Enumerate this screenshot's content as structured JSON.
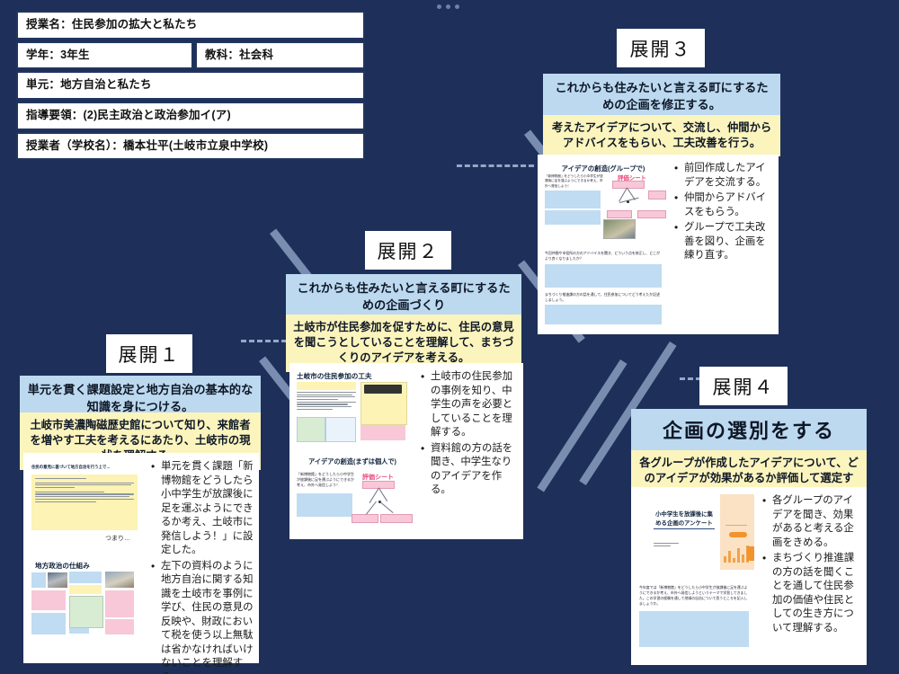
{
  "background_color": "#1e3059",
  "accent_blue": "#bcd9f0",
  "accent_yellow": "#fbf4bd",
  "header": {
    "rows": [
      {
        "cells": [
          {
            "label": "授業名：住民参加の拡大と私たち",
            "width": "full"
          }
        ]
      },
      {
        "cells": [
          {
            "label": "学年：3年生",
            "width": "half"
          },
          {
            "label": "教科：社会科",
            "width": "half"
          }
        ]
      },
      {
        "cells": [
          {
            "label": "単元：地方自治と私たち",
            "width": "full"
          }
        ]
      },
      {
        "cells": [
          {
            "label": "指導要領：(2)民主政治と政治参加イ(ア)",
            "width": "full"
          }
        ]
      },
      {
        "cells": [
          {
            "label": "授業者（学校名）：橋本壮平(土岐市立泉中学校)",
            "width": "full"
          }
        ]
      }
    ]
  },
  "sections": [
    {
      "id": "tenkai-1",
      "tab": "展開１",
      "blue": "単元を貫く課題設定と地方自治の基本的な知識を身につける。",
      "yellow": "土岐市美濃陶磁歴史館について知り、来館者を増やす工夫を考えるにあたり、土岐市の現状を理解する。",
      "bullets": [
        "単元を貫く課題「新博物館をどうしたら小中学生が放課後に足を運ぶようにできるか考え、土岐市に発信しよう！」に設定した。",
        "左下の資料のように地方自治に関する知識を土岐市を事例に学び、住民の意見の反映や、財政において税を使う以上無駄は省かなければいけないことを理解する。"
      ],
      "slides": [
        {
          "title": "住民の意見に基づいて地方自治を行う上で…",
          "kind": "yellow-quote",
          "footnote": "つまり…"
        },
        {
          "title": "地方政治の仕組み",
          "kind": "collage"
        }
      ]
    },
    {
      "id": "tenkai-2",
      "tab": "展開２",
      "blue": "これからも住みたいと言える町にするための企画づくり",
      "yellow": "土岐市が住民参加を促すために、住民の意見を聞こうとしていることを理解して、まちづくりのアイデアを考える。",
      "bullets": [
        "土岐市の住民参加の事例を知り、中学生の声を必要としていることを理解する。",
        "資料館の方の話を聞き、中学生なりのアイデアを作る。"
      ],
      "slides": [
        {
          "title": "土岐市の住民参加の工夫",
          "kind": "poster"
        },
        {
          "title": "アイデアの創造(まずは個人で)",
          "kind": "eval-individual",
          "eval_label": "評価シート",
          "body": "「新博物館」をどうしたら小中学生が放課後に足を運ぶようにできるか考え、市外へ発信しよう！"
        }
      ]
    },
    {
      "id": "tenkai-3",
      "tab": "展開３",
      "blue": "これからも住みたいと言える町にするための企画を修正する。",
      "yellow": "考えたアイデアについて、交流し、仲間からアドバイスをもらい、工夫改善を行う。",
      "bullets": [
        "前回作成したアイデアを交流する。",
        "仲間からアドバイスをもらう。",
        "グループで工夫改善を図り、企画を練り直す。"
      ],
      "slides": [
        {
          "title": "アイデアの創造(グループで)",
          "kind": "eval-group",
          "eval_label": "評価シート",
          "body": "「新博物館」をどうしたら小中学生が放課後に足を運ぶようにできるか考え、市外へ発信しよう！"
        },
        {
          "title": "",
          "kind": "worksheet",
          "q1": "今回仲間や市役所の方のアドバイスを聞き、どういう点を修正し、どこがより良くなりましたか？",
          "q2": "まちづくり推進課の方の話を通して、住民参加についてどう考えたか記述しましょう。"
        }
      ]
    },
    {
      "id": "tenkai-4",
      "tab": "展開４",
      "blue": "企画の選別をする",
      "yellow": "各グループが作成したアイデアについて、どのアイデアが効果があるか評価して選定する。",
      "bullets": [
        "各グループのアイデアを聞き、効果があると考える企画をきめる。",
        "まちづくり推進課の方の話を聞くことを通して住民参加の価値や住民としての生き方について理解する。"
      ],
      "slides": [
        {
          "title": "小中学生を放課後に集める企画のアンケート",
          "kind": "survey",
          "button": "回答"
        },
        {
          "title": "",
          "kind": "worksheet-single",
          "q1": "今年度では「新博物館」をどうしたら小中学生が放課後に足を運ぶようにできるか考え、市外へ発信しようというテーマで学習してきました。この学習の経験を通して地域の自治について思うところを記入しましょうか。"
        }
      ]
    }
  ]
}
